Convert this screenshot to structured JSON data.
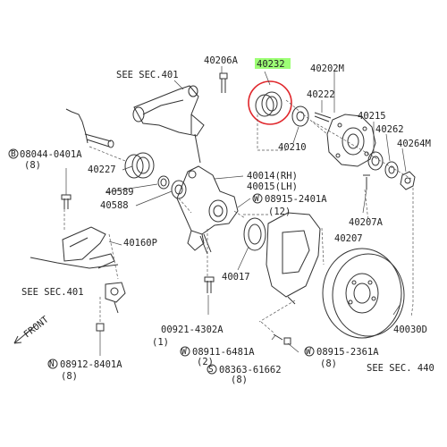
{
  "callouts": {
    "see_sec_401_top": "SEE SEC.401",
    "p40206a": "40206A",
    "p40232": "40232",
    "p40202m": "40202M",
    "p40222": "40222",
    "p40210": "40210",
    "p40215": "40215",
    "p40262": "40262",
    "p40264m": "40264M",
    "p08044_code": "08044-0401A",
    "p08044_prefix": "B",
    "p08044_qty": "(8)",
    "p40227": "40227",
    "p40014": "40014(RH)",
    "p40015": "40015(LH)",
    "p08915_2401_code": "08915-2401A",
    "p08915_2401_prefix": "W",
    "p08915_2401_qty": "(12)",
    "p40589": "40589",
    "p40588": "40588",
    "p40207a": "40207A",
    "p40160p": "40160P",
    "p40207": "40207",
    "p40017": "40017",
    "see_sec_401_left": "SEE SEC.401",
    "front": "FRONT",
    "p00921": "00921-4302A",
    "p00921_qty": "(1)",
    "p08911_code": "08911-6481A",
    "p08911_prefix": "W",
    "p08911_qty": "(2)",
    "p08915_2361_code": "08915-2361A",
    "p08915_2361_prefix": "W",
    "p08915_2361_qty": "(8)",
    "p08363_code": "08363-61662",
    "p08363_prefix": "S",
    "p08363_qty": "(8)",
    "p40030d": "40030D",
    "p08912_code": "08912-8401A",
    "p08912_prefix": "N",
    "p08912_qty": "(8)",
    "see_sec_440": "SEE SEC. 440"
  },
  "colors": {
    "highlight_fill": "#9dff75",
    "highlight_circle": "#e0262b",
    "line": "#333333"
  }
}
